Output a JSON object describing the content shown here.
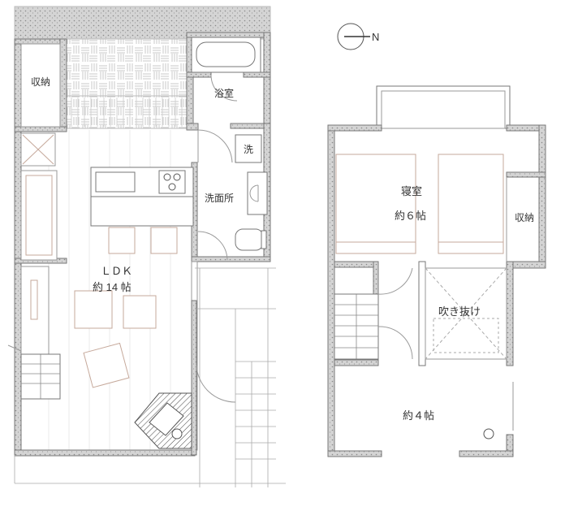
{
  "compass": {
    "label": "N"
  },
  "floor1": {
    "rooms": {
      "storage": "収納",
      "bath": "浴室",
      "wash": "洗",
      "washroom": "洗面所",
      "ldk_name": "ＬＤＫ",
      "ldk_size": "約 14 帖"
    }
  },
  "floor2": {
    "rooms": {
      "bedroom_name": "寝室",
      "bedroom_size": "約６帖",
      "storage": "収納",
      "void": "吹き抜け",
      "room_size": "約４帖"
    }
  }
}
